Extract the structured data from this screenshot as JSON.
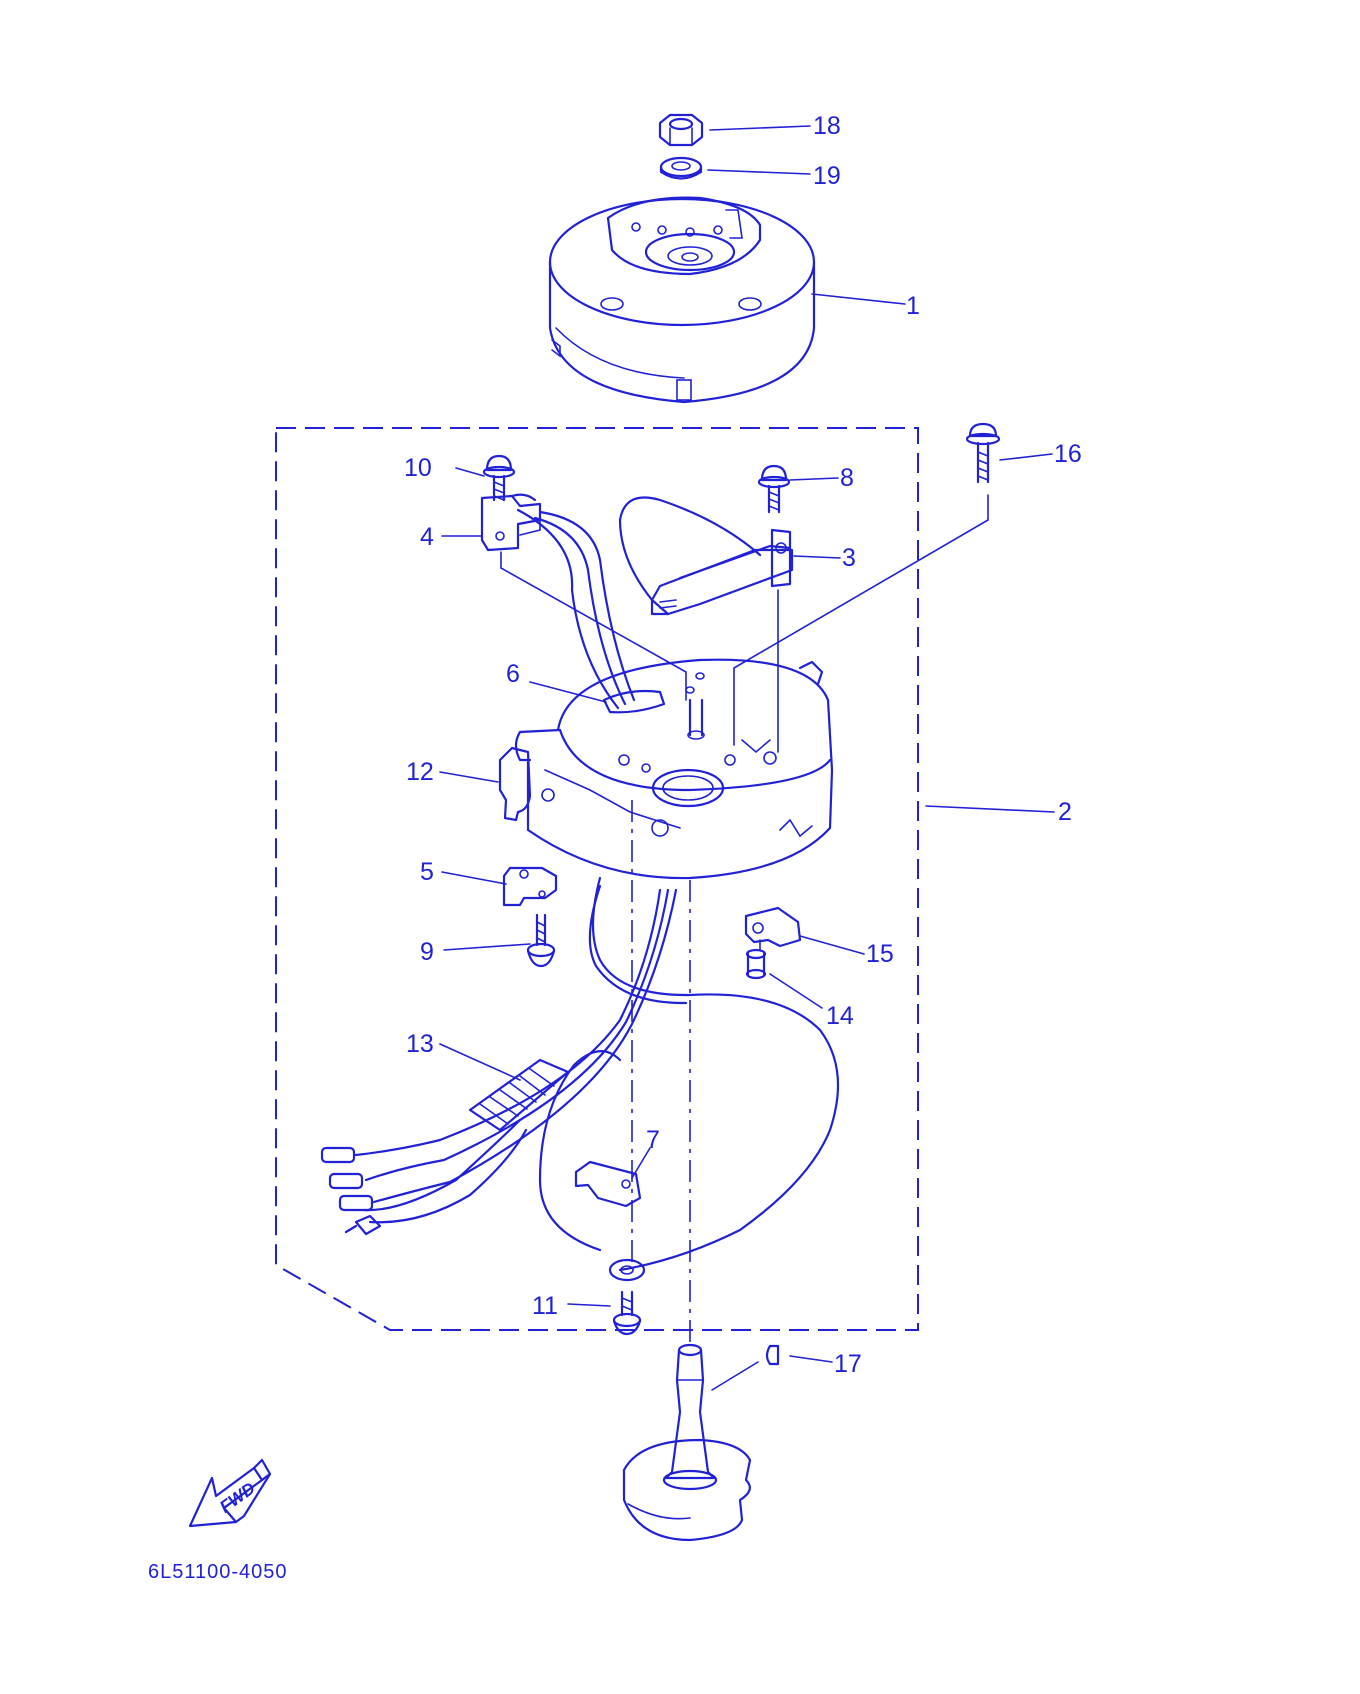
{
  "colors": {
    "ink": "#2121d6",
    "background": "#ffffff"
  },
  "callouts": [
    {
      "id": "1",
      "text": "1"
    },
    {
      "id": "2",
      "text": "2"
    },
    {
      "id": "3",
      "text": "3"
    },
    {
      "id": "4",
      "text": "4"
    },
    {
      "id": "5",
      "text": "5"
    },
    {
      "id": "6",
      "text": "6"
    },
    {
      "id": "7",
      "text": "7"
    },
    {
      "id": "8",
      "text": "8"
    },
    {
      "id": "9",
      "text": "9"
    },
    {
      "id": "10",
      "text": "10"
    },
    {
      "id": "11",
      "text": "11"
    },
    {
      "id": "12",
      "text": "12"
    },
    {
      "id": "13",
      "text": "13"
    },
    {
      "id": "14",
      "text": "14"
    },
    {
      "id": "15",
      "text": "15"
    },
    {
      "id": "16",
      "text": "16"
    },
    {
      "id": "17",
      "text": "17"
    },
    {
      "id": "18",
      "text": "18"
    },
    {
      "id": "19",
      "text": "19"
    }
  ],
  "direction_arrow_label": "FWD",
  "part_code": "6L51100-4050"
}
